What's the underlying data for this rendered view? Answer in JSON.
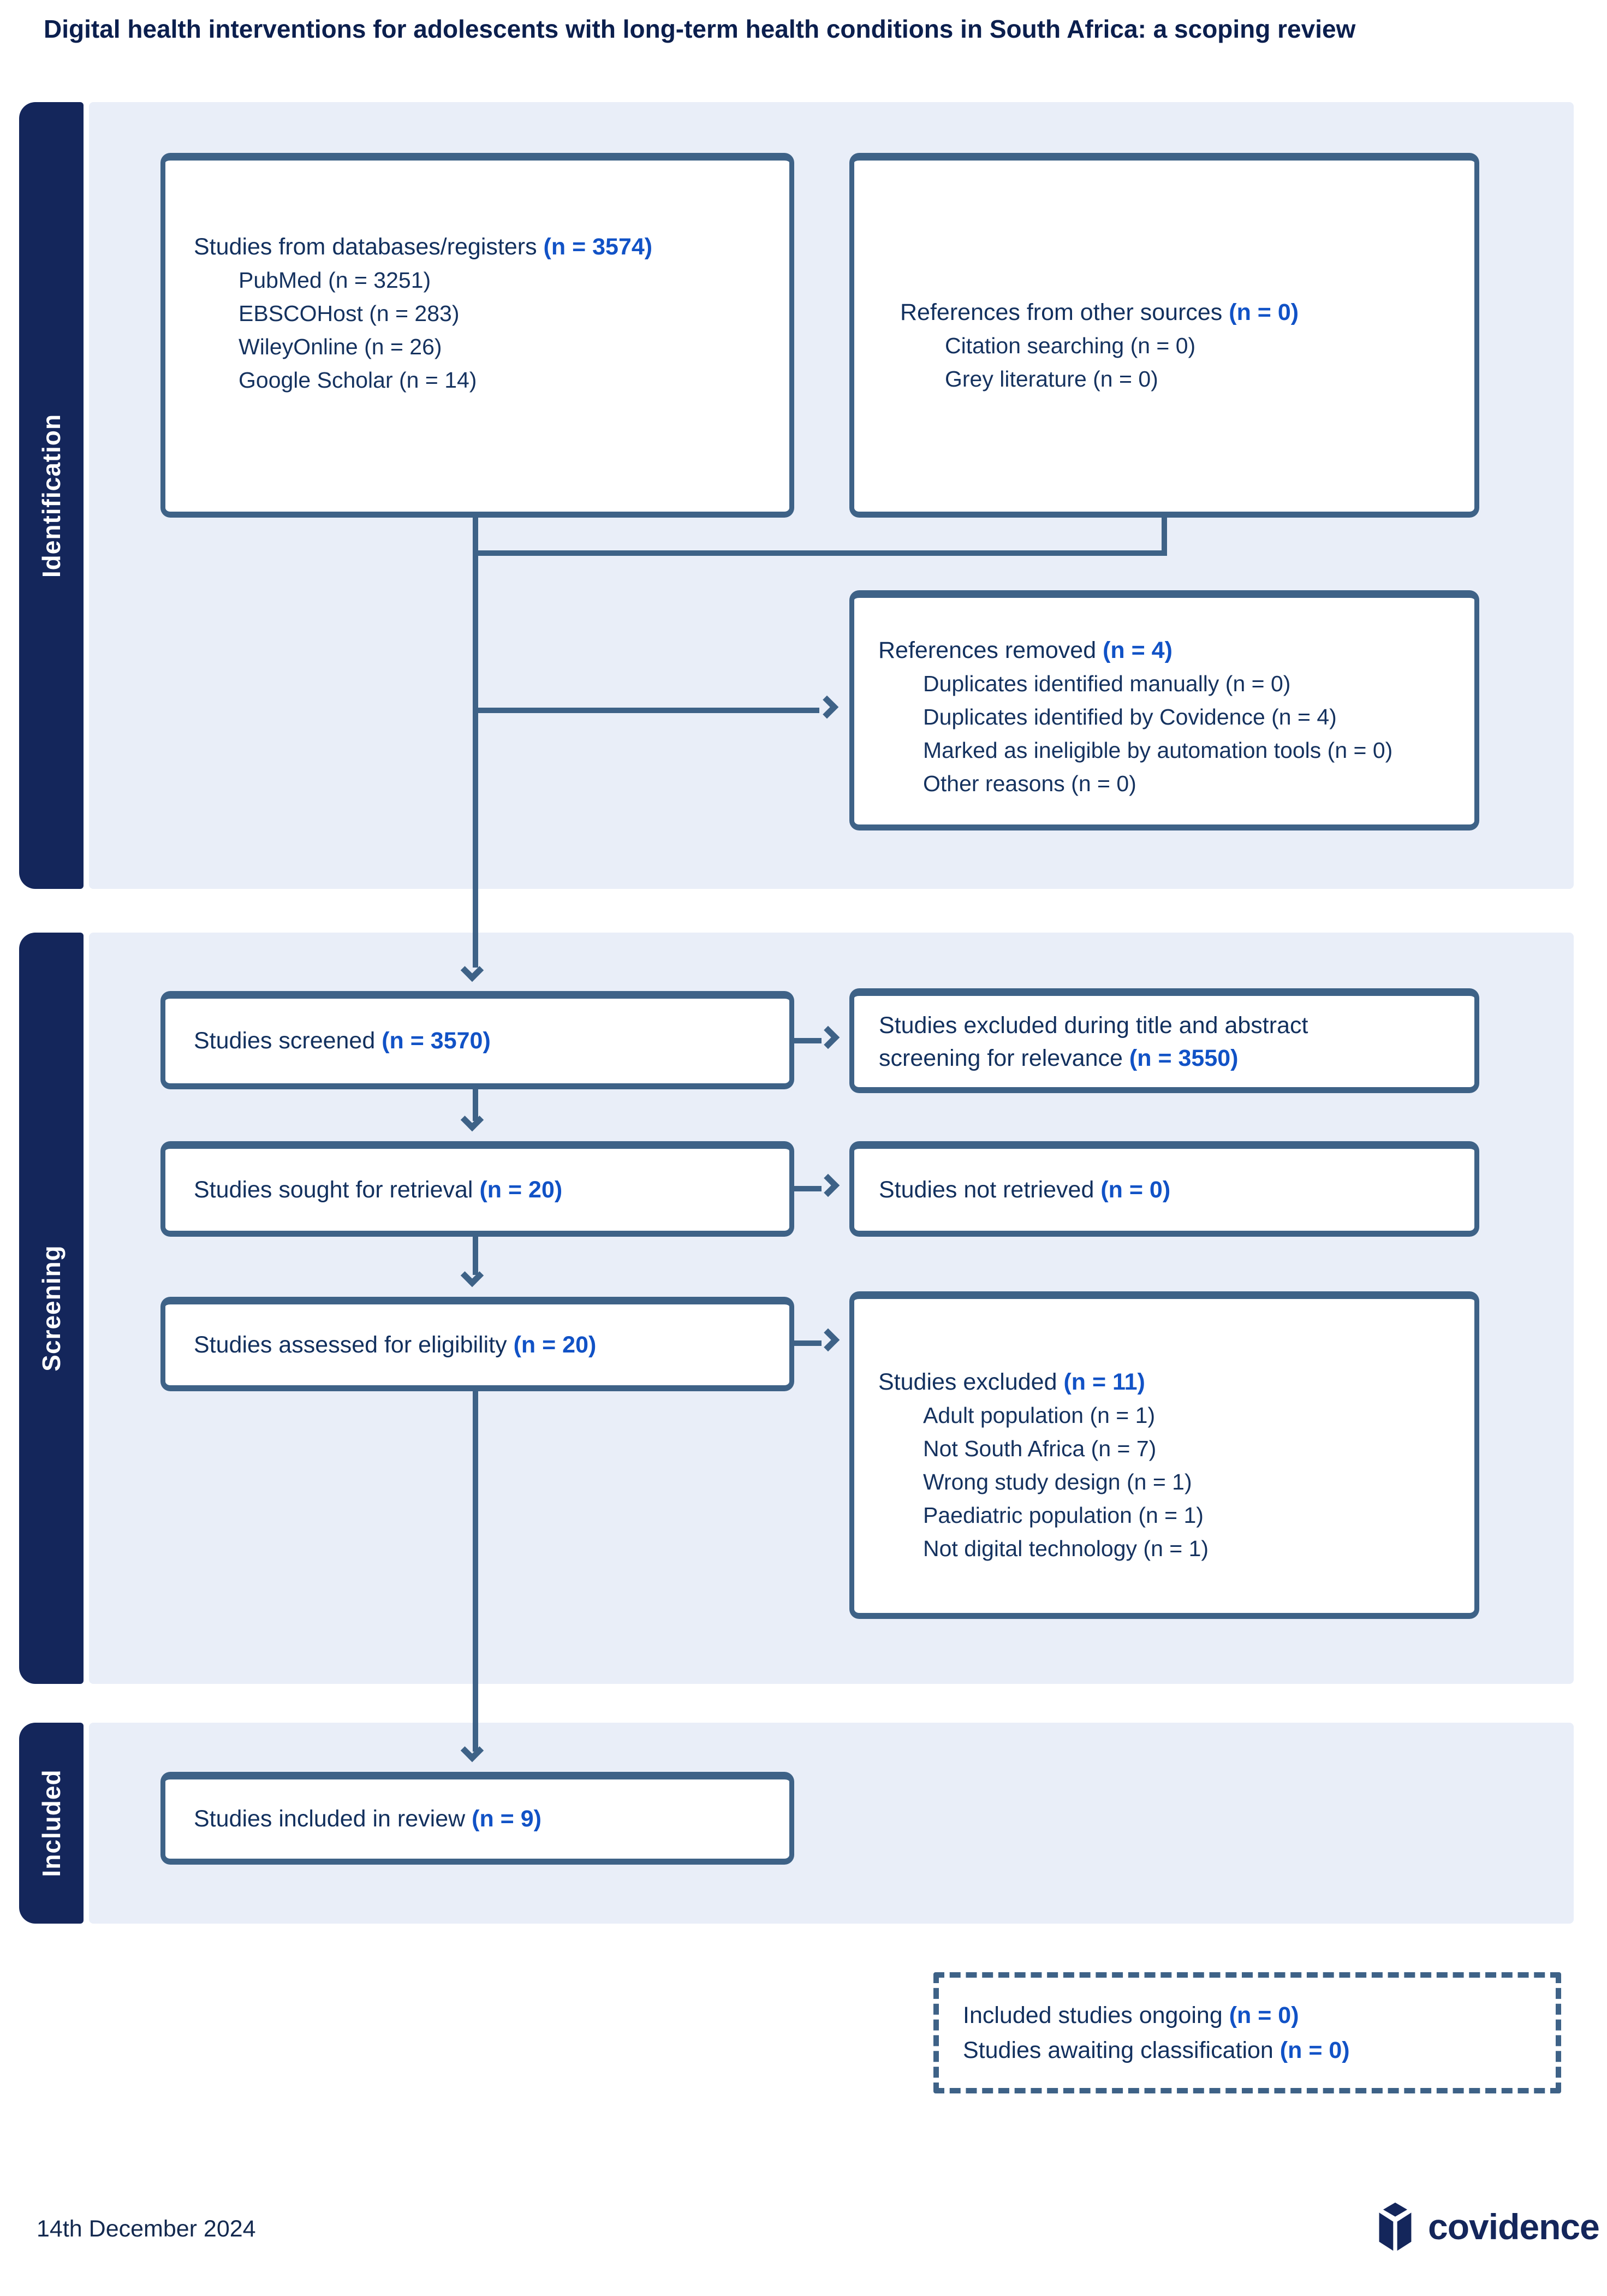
{
  "title": "Digital health interventions for adolescents with long-term health conditions in South Africa: a scoping review",
  "sections": {
    "identification": {
      "label": "Identification"
    },
    "screening": {
      "label": "Screening"
    },
    "included": {
      "label": "Included"
    }
  },
  "boxes": {
    "databases": {
      "heading": "Studies from databases/registers ",
      "count": "(n = 3574)",
      "items": [
        "PubMed (n = 3251)",
        "EBSCOHost (n = 283)",
        "WileyOnline (n = 26)",
        "Google Scholar (n = 14)"
      ]
    },
    "other_sources": {
      "heading": "References from other sources ",
      "count": "(n = 0)",
      "items": [
        "Citation searching (n = 0)",
        "Grey literature (n = 0)"
      ]
    },
    "references_removed": {
      "heading": "References removed ",
      "count": "(n = 4)",
      "items": [
        "Duplicates identified manually (n = 0)",
        "Duplicates identified by Covidence (n = 4)",
        "Marked as ineligible by automation tools (n = 0)",
        "Other reasons (n = 0)"
      ]
    },
    "screened": {
      "heading": "Studies screened ",
      "count": "(n = 3570)"
    },
    "excluded_screening": {
      "heading": "Studies excluded during title and abstract screening for relevance ",
      "count": "(n = 3550)"
    },
    "sought": {
      "heading": "Studies sought for retrieval ",
      "count": "(n = 20)"
    },
    "not_retrieved": {
      "heading": "Studies not retrieved ",
      "count": "(n = 0)"
    },
    "assessed": {
      "heading": "Studies assessed for eligibility ",
      "count": "(n = 20)"
    },
    "excluded_eligibility": {
      "heading": "Studies excluded ",
      "count": "(n = 11)",
      "items": [
        "Adult population (n = 1)",
        "Not South Africa (n = 7)",
        "Wrong study design (n = 1)",
        "Paediatric population (n = 1)",
        "Not digital technology (n = 1)"
      ]
    },
    "included_review": {
      "heading": "Studies included in review ",
      "count": "(n = 9)"
    },
    "ongoing_box": {
      "line1_heading": "Included studies ongoing ",
      "line1_count": "(n = 0)",
      "line2_heading": "Studies awaiting classification ",
      "line2_count": "(n = 0)"
    }
  },
  "footer": {
    "date": "14th December 2024",
    "brand": "covidence"
  },
  "colors": {
    "navy": "#14265B",
    "text-navy": "#12305E",
    "count-blue": "#1152C6",
    "slate": "#3E6287",
    "panel": "#E9EEF8",
    "box-bg": "#FFFFFF"
  }
}
